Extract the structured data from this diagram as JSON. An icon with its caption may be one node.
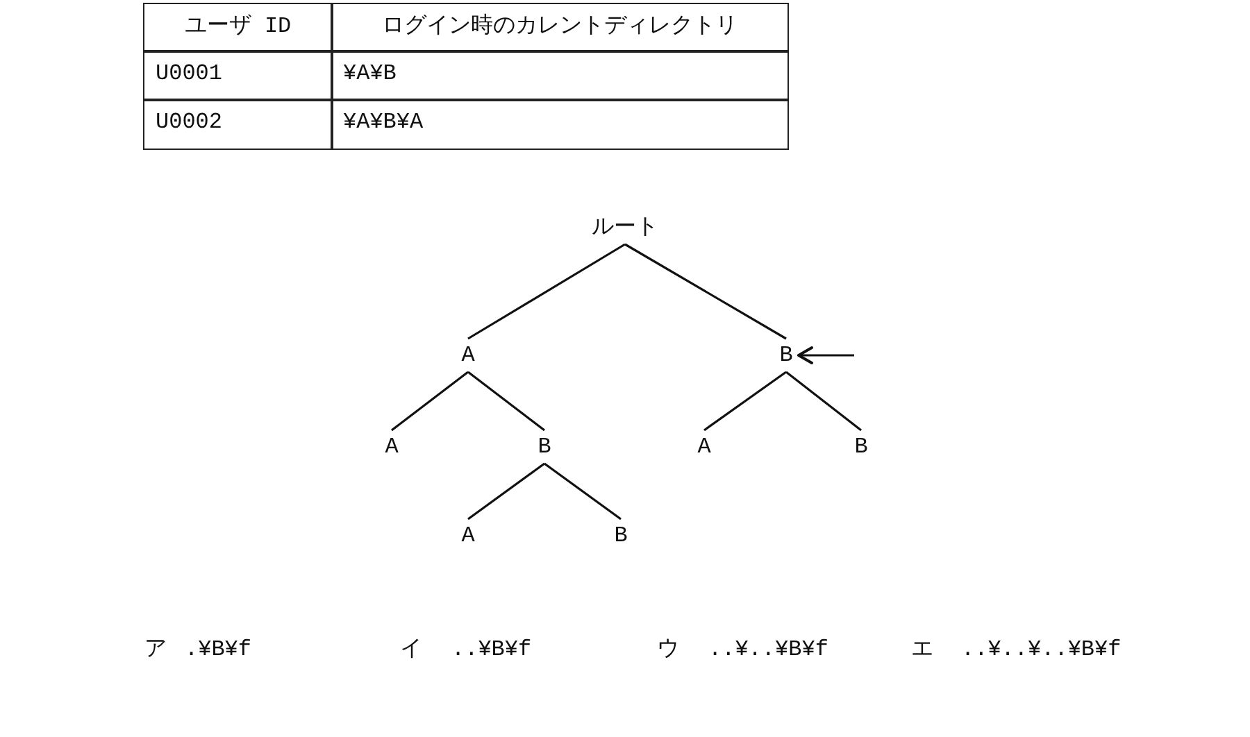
{
  "diagram": {
    "nodes": [
      {
        "text": [
          "ルート"
        ]
      },
      {
        "text": [
          "A"
        ]
      },
      {
        "text": [
          "B"
        ]
      },
      {
        "text": [
          "A"
        ]
      },
      {
        "text": [
          "B"
        ]
      },
      {
        "text": [
          "A"
        ]
      },
      {
        "text": [
          "B"
        ]
      },
      {
        "text": [
          "A"
        ]
      },
      {
        "text": [
          "B"
        ]
      }
    ],
    "edges": [
      {
        "from": 0,
        "to": 1,
        "arrow": "none"
      },
      {
        "from": 0,
        "to": 2,
        "arrow": "none"
      },
      {
        "from": 1,
        "to": 3,
        "arrow": "none"
      },
      {
        "from": 1,
        "to": 4,
        "arrow": "none"
      },
      {
        "from": 2,
        "to": 5,
        "arrow": "none"
      },
      {
        "from": 2,
        "to": 6,
        "arrow": "none"
      },
      {
        "from": 4,
        "to": 7,
        "arrow": "none"
      },
      {
        "from": 4,
        "to": 8,
        "arrow": "none"
      },
      {
        "from": null,
        "to": 2,
        "arrow": "to"
      }
    ],
    "labels": [
      "ユーザ ID",
      "ログイン時のカレントディレクトリ",
      "U0001",
      "¥A¥B",
      "U0002",
      "¥A¥B¥A",
      "ア",
      ".¥B¥f",
      "イ",
      "..¥B¥f",
      "ウ",
      "..¥..¥B¥f",
      "エ",
      "..¥..¥..¥B¥f"
    ]
  }
}
